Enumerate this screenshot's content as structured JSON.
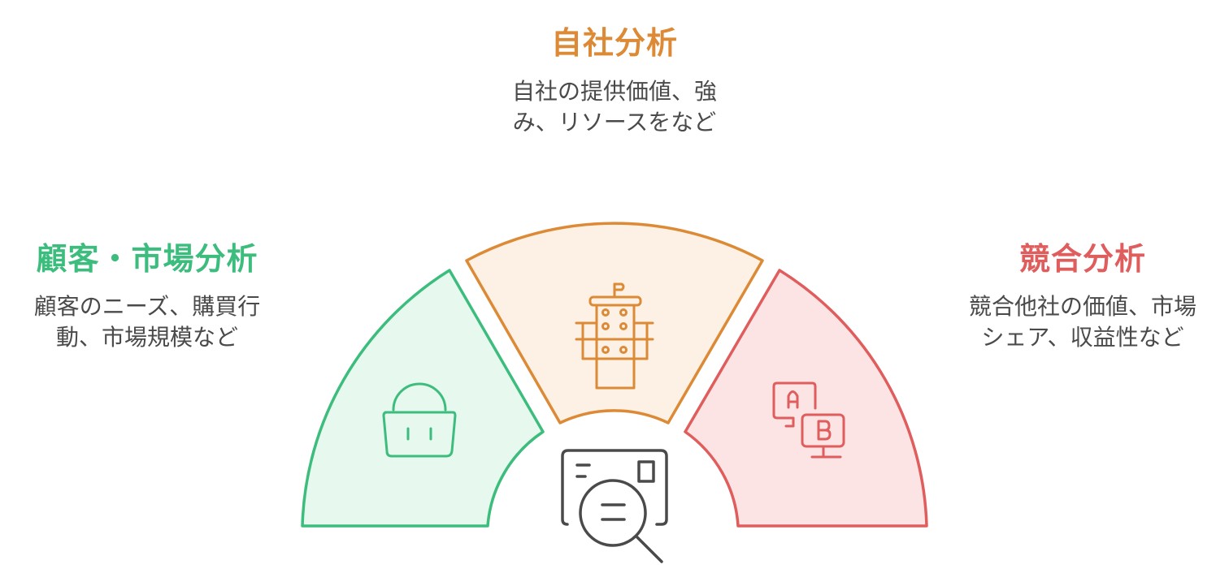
{
  "diagram": {
    "type": "semicircle-segments",
    "center_icon": "document-search-icon",
    "segments": [
      {
        "id": "customer-market",
        "title": "顧客・市場分析",
        "description_line1": "顧客のニーズ、購買行",
        "description_line2": "動、市場規模など",
        "icon": "shopping-basket-icon",
        "stroke": "#3dbd7d",
        "fill": "#e7f8ee",
        "title_color": "#3dbd7d"
      },
      {
        "id": "company",
        "title": "自社分析",
        "description_line1": "自社の提供価値、強",
        "description_line2": "み、リソースをなど",
        "icon": "office-building-icon",
        "stroke": "#dc8a35",
        "fill": "#fdf1e5",
        "title_color": "#dc8a35"
      },
      {
        "id": "competitor",
        "title": "競合分析",
        "description_line1": "競合他社の価値、市場",
        "description_line2": "シェア、収益性など",
        "icon": "ab-monitors-icon",
        "stroke": "#e05d5d",
        "fill": "#fde4e4",
        "title_color": "#e05d5d"
      }
    ]
  }
}
